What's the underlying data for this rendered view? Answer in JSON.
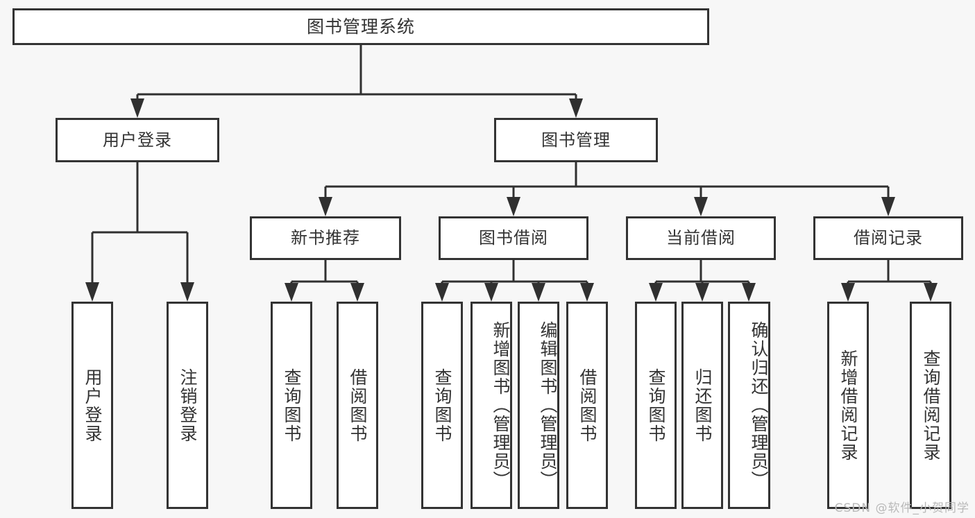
{
  "diagram": {
    "title": "图书管理系统",
    "type": "tree-hierarchy",
    "root": {
      "label": "图书管理系统"
    },
    "level2": [
      {
        "id": "user-login",
        "label": "用户登录"
      },
      {
        "id": "book-manage",
        "label": "图书管理"
      }
    ],
    "level3": [
      {
        "id": "new-book-recommend",
        "label": "新书推荐",
        "parent": "book-manage"
      },
      {
        "id": "book-borrow",
        "label": "图书借阅",
        "parent": "book-manage"
      },
      {
        "id": "current-borrow",
        "label": "当前借阅",
        "parent": "book-manage"
      },
      {
        "id": "borrow-record",
        "label": "借阅记录",
        "parent": "book-manage"
      }
    ],
    "leaves": {
      "user_login": [
        {
          "id": "leaf-user-login",
          "label": "用户登录"
        },
        {
          "id": "leaf-logout-login",
          "label": "注销登录"
        }
      ],
      "new_book_recommend": [
        {
          "id": "leaf-query-book-1",
          "label": "查询图书"
        },
        {
          "id": "leaf-borrow-book-1",
          "label": "借阅图书"
        }
      ],
      "book_borrow": [
        {
          "id": "leaf-query-book-2",
          "label": "查询图书"
        },
        {
          "id": "leaf-add-book",
          "label": "新增图书（管理员）"
        },
        {
          "id": "leaf-edit-book",
          "label": "编辑图书（管理员）"
        },
        {
          "id": "leaf-borrow-book-2",
          "label": "借阅图书"
        }
      ],
      "current_borrow": [
        {
          "id": "leaf-query-book-3",
          "label": "查询图书"
        },
        {
          "id": "leaf-return-book",
          "label": "归还图书"
        },
        {
          "id": "leaf-confirm-return",
          "label": "确认归还（管理员）"
        }
      ],
      "borrow_record": [
        {
          "id": "leaf-add-record",
          "label": "新增借阅记录"
        },
        {
          "id": "leaf-query-record",
          "label": "查询借阅记录"
        }
      ]
    }
  },
  "watermark": {
    "text": "CSDN @软件_小贺同学"
  },
  "colors": {
    "background": "#f7f7f7",
    "box_fill": "#ffffff",
    "box_border": "#333333",
    "text": "#333333",
    "connector": "#303030",
    "watermark": "#b9b9b9"
  }
}
